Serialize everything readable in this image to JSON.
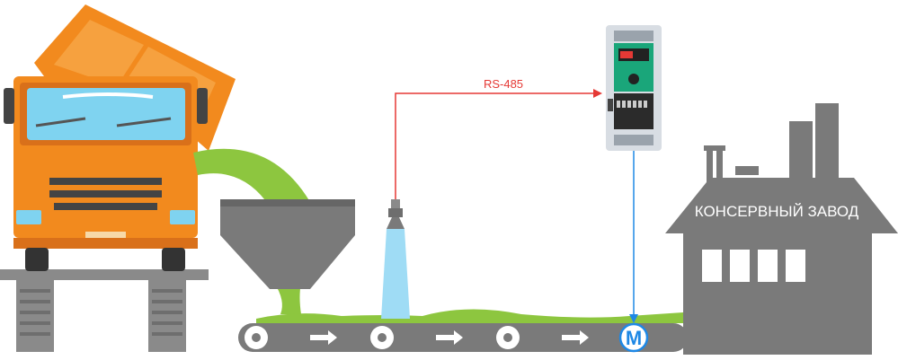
{
  "diagram": {
    "rs485_label": "RS-485",
    "factory_label": "КОНСЕРВНЫЙ ЗАВОД",
    "motor_label": "M"
  },
  "colors": {
    "truck_orange": "#f28a1e",
    "truck_dark": "#555555",
    "windshield": "#7fd3f0",
    "grain_green": "#8dc63f",
    "machine_gray": "#7a7a7a",
    "water_blue": "#9fdcf5",
    "signal_red": "#e53935",
    "signal_blue": "#1e88e5",
    "controller_green": "#1aa67a"
  },
  "icons": [
    "dump-truck-icon",
    "hopper-icon",
    "sensor-icon",
    "controller-icon",
    "motor-icon",
    "factory-icon",
    "conveyor-icon"
  ]
}
